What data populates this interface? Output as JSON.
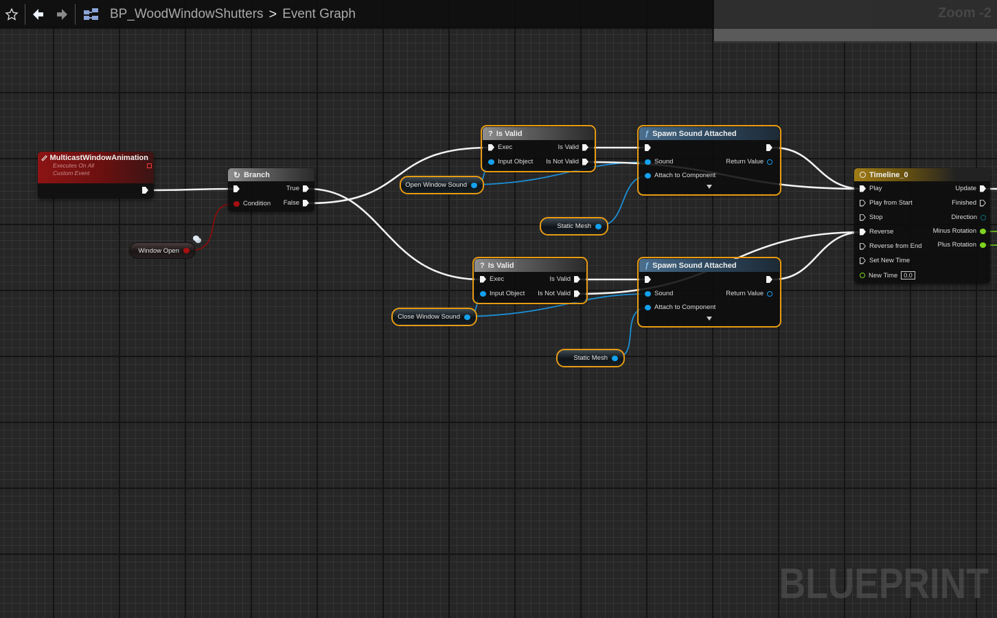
{
  "toolbar": {
    "favorite_icon": "star-icon",
    "back_icon": "arrow-left-icon",
    "forward_icon": "arrow-right-icon",
    "blueprint_icon": "blueprint-graph-icon",
    "breadcrumb": {
      "asset": "BP_WoodWindowShutters",
      "separator": ">",
      "graph": "Event Graph"
    }
  },
  "zoom_label": "Zoom -2",
  "watermark": "BLUEPRINT",
  "nodes": {
    "event": {
      "title": "MulticastWindowAnimation",
      "subtitle1": "Executes On All",
      "subtitle2": "Custom Event"
    },
    "branch": {
      "title": "Branch",
      "pins": {
        "condition": "Condition",
        "true": "True",
        "false": "False"
      }
    },
    "window_open": {
      "label": "Window Open"
    },
    "isvalid_top": {
      "title": "Is Valid",
      "pins": {
        "exec": "Exec",
        "input_object": "Input Object",
        "is_valid": "Is Valid",
        "is_not_valid": "Is Not Valid"
      }
    },
    "isvalid_bottom": {
      "title": "Is Valid",
      "pins": {
        "exec": "Exec",
        "input_object": "Input Object",
        "is_valid": "Is Valid",
        "is_not_valid": "Is Not Valid"
      }
    },
    "open_sound": {
      "label": "Open Window Sound"
    },
    "close_sound": {
      "label": "Close Window Sound"
    },
    "static_mesh_top": {
      "label": "Static Mesh"
    },
    "static_mesh_bottom": {
      "label": "Static Mesh"
    },
    "spawn_top": {
      "title": "Spawn Sound Attached",
      "pins": {
        "sound": "Sound",
        "attach": "Attach to Component",
        "return_value": "Return Value"
      }
    },
    "spawn_bottom": {
      "title": "Spawn Sound Attached",
      "pins": {
        "sound": "Sound",
        "attach": "Attach to Component",
        "return_value": "Return Value"
      }
    },
    "timeline": {
      "title": "Timeline_0",
      "inputs": [
        "Play",
        "Play from Start",
        "Stop",
        "Reverse",
        "Reverse from End",
        "Set New Time",
        "New Time"
      ],
      "outputs": [
        "Update",
        "Finished",
        "Direction",
        "Minus Rotation",
        "Plus Rotation"
      ],
      "new_time_value": "0.0"
    }
  },
  "colors": {
    "exec_wire": "#f2f2f2",
    "object_pin": "#14a1ef",
    "bool_pin": "#a80f0f",
    "float_pin": "#7ed321",
    "selection": "#e89b12",
    "event_header": "#8c1414",
    "timeline_header": "#a07c16"
  }
}
